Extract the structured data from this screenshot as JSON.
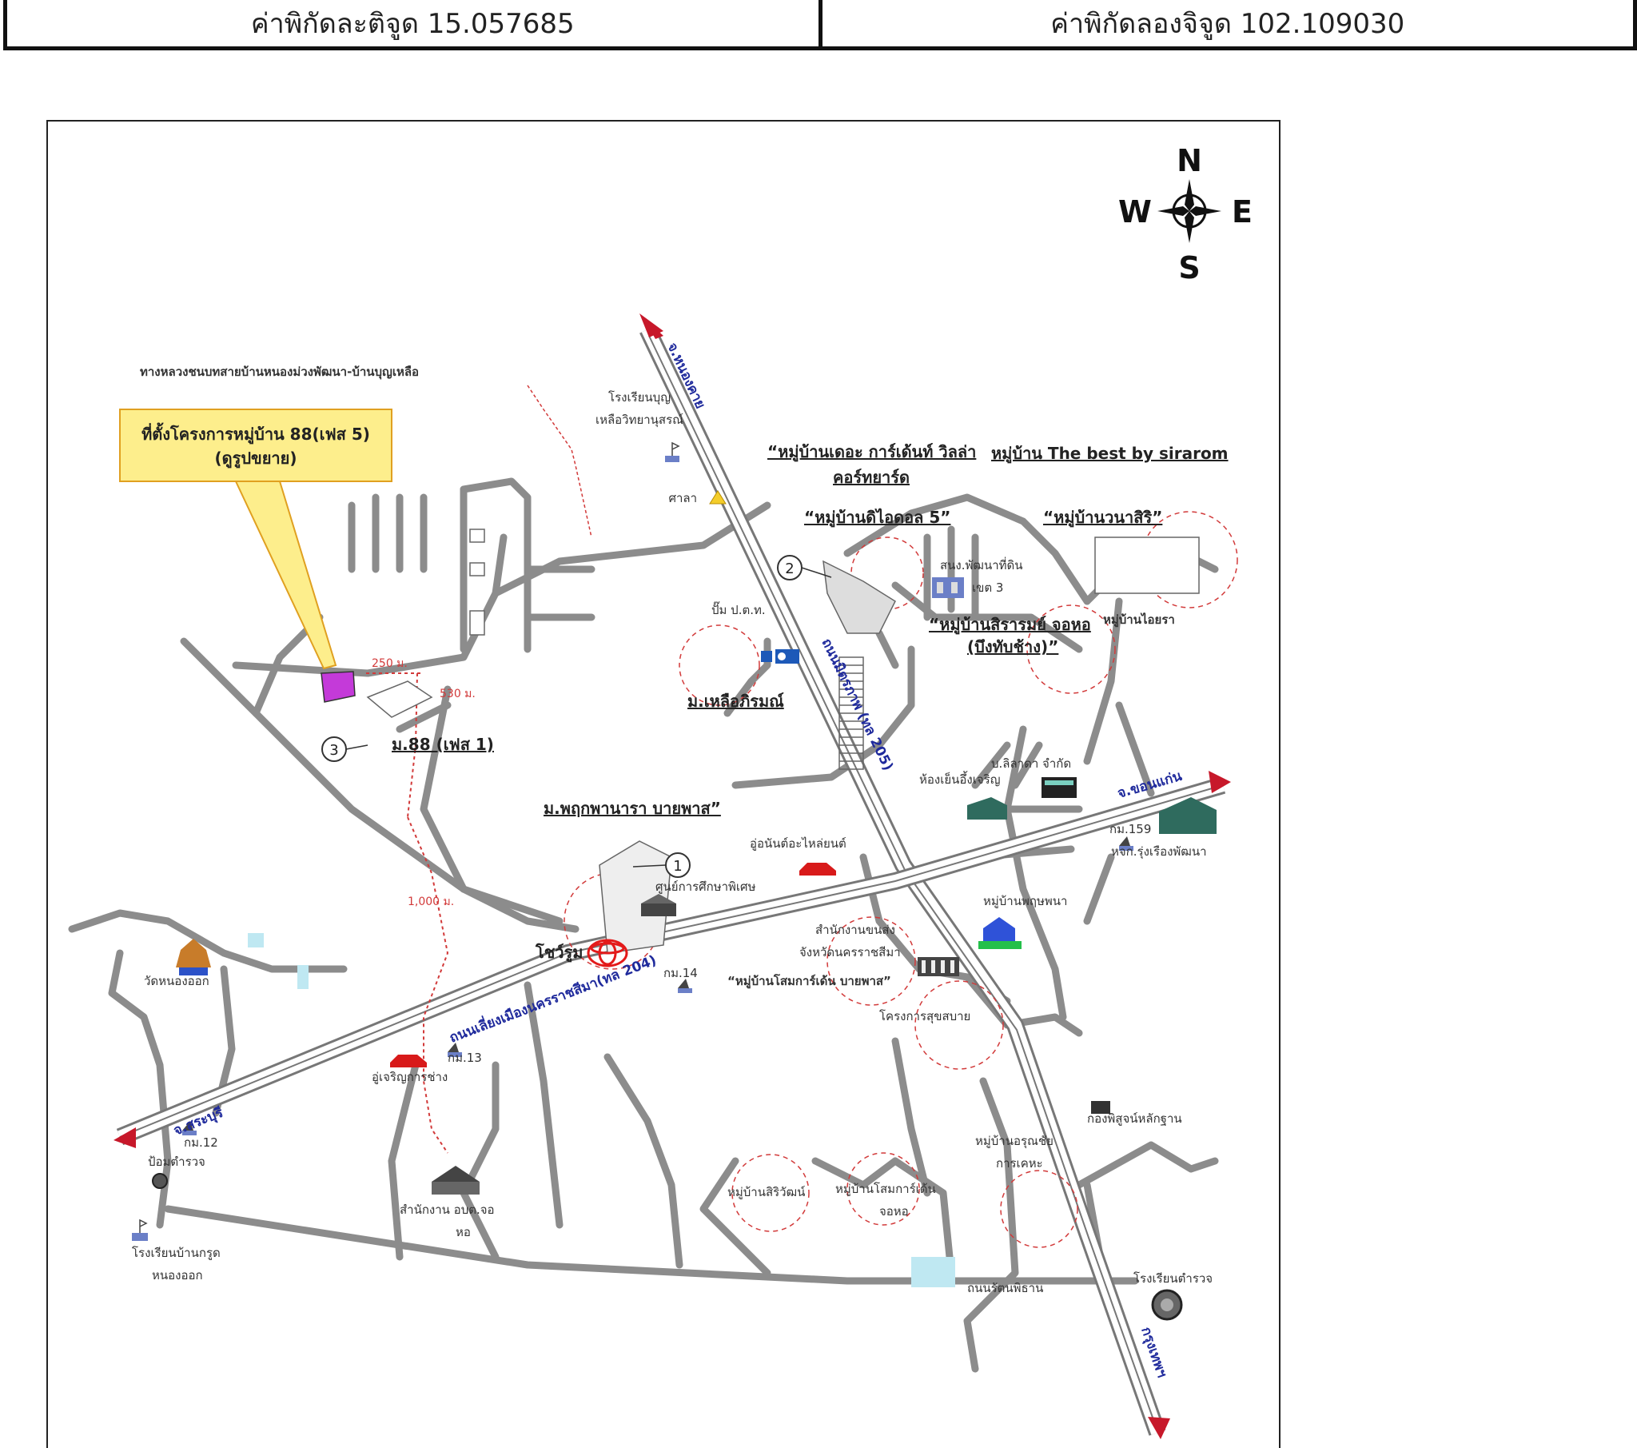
{
  "coords": {
    "latitude": "ค่าพิกัดละติจูด 15.057685",
    "longitude": "ค่าพิกัดลองจิจูด 102.109030"
  },
  "compass": {
    "n": "N",
    "e": "E",
    "s": "S",
    "w": "W"
  },
  "project_callout": {
    "line1": "ที่ตั้งโครงการหมู่บ้าน 88(เฟส 5)",
    "line2": "(ดูรูปขยาย)",
    "fill": "#fdee8c",
    "border": "#e0a020"
  },
  "project_color": "#c43ad9",
  "colors": {
    "route_red": "#c7182a",
    "road_label_blue": "#1f2a9c",
    "road_outline": "#8c8c8c"
  },
  "labels": {
    "rural_road": "ทางหลวงชนบทสายบ้านหนองม่วงพัฒนา-บ้านบุญเหลือ",
    "school_boon_1": "โรงเรียนบุญ",
    "school_boon_2": "เหลือวิทยานุสรณ์",
    "sala": "ศาลา",
    "garden_villa_1": "“หมู่บ้านเดอะ การ์เด้นท์ วิลล่า",
    "garden_villa_2": "คอร์ทยาร์ด",
    "the_best": "หมู่บ้าน The best by sirarom",
    "ideal5": "“หมู่บ้านดิไอดอล 5”",
    "wanasiri": "“หมู่บ้านวนาสิริ”",
    "land_office_1": "สนง.พัฒนาที่ดิน",
    "land_office_2": "เขต 3",
    "ptt_pump": "ปั๊ม ป.ต.ท.",
    "sirarom_1": "“หมู่บ้านสิรารมย์ จอหอ",
    "sirarom_2": "(บึงทับช้าง)”",
    "aiyara": "หมู่บ้านไอยรา",
    "luea_rom": "ม.เหลือภิรมณ์",
    "m88": "ม.88 (เฟส 1)",
    "dist_250": "250 ม.",
    "dist_530": "530 ม.",
    "dist_1000": "1,000 ม.",
    "cold_shop": "ห้องเย็นอึ้งเจริญ",
    "b_lada": "บ.ลิลาดา จำกัด",
    "km159": "กม.159",
    "rungruang": "หจก.รุ่งเรืองพัฒนา",
    "phrukpana": "ม.พฤกพานารา บายพาส”",
    "car_garage": "อู่อนันต์อะไหล่ยนต์",
    "special_edu": "ศูนย์การศึกษาพิเศษ",
    "showroom": "โชว์รูม",
    "km14": "กม.14",
    "transport_office_1": "สำนักงานขนส่ง",
    "transport_office_2": "จังหวัดนครราชสีมา",
    "somkan_bypass": "“หมู่บ้านโสมการ์เด้น บายพาส”",
    "sukhumai": "โครงการสุขสบาย",
    "phruksa_village": "หมู่บ้านพฤษพนา",
    "wat_nong": "วัดหนองออก",
    "km13": "กม.13",
    "u_charoen": "อู่เจริญการช่าง",
    "police_box": "ป้อมตำรวจ",
    "km12": "กม.12",
    "orb_office_1": "สำนักงาน อบต.จอ",
    "orb_office_2": "หอ",
    "school_krut_1": "โรงเรียนบ้านกรูด",
    "school_krut_2": "หนองออก",
    "sirivat": "หมู่บ้านสิริวัฒน์",
    "somkan_choho_1": "หมู่บ้านโสมการ์เด้น",
    "somkan_choho_2": "จอหอ",
    "arun_1": "หมู่บ้านอรุณชัย",
    "arun_2": "การเคหะ",
    "forensic": "กองพิสูจน์หลักฐาน",
    "rattanaphithan": "ถนนรัตนพิธาน",
    "police_school": "โรงเรียนตำรวจ"
  },
  "road_labels": {
    "to_nongkhai": "จ.หนองคาย",
    "mittraphap": "ถนนมิตรภาพ (ทล 205)",
    "to_khonkaen": "จ.ขอนแก่น",
    "bypass": "ถนนเลี่ยงเมืองนครราชสีมา(ทล 204)",
    "to_saraburi": "จ.สระบุรี",
    "to_bangkok": "กรุงเทพฯ"
  },
  "markers": {
    "m1": "1",
    "m2": "2",
    "m3": "3"
  },
  "icons": [
    "compass-rose-icon",
    "school-icon",
    "warning-triangle-icon",
    "gas-pump-icon",
    "warehouse-icon",
    "car-icon",
    "government-building-icon",
    "temple-icon",
    "police-icon",
    "toyota-logo-icon",
    "factory-icon"
  ]
}
